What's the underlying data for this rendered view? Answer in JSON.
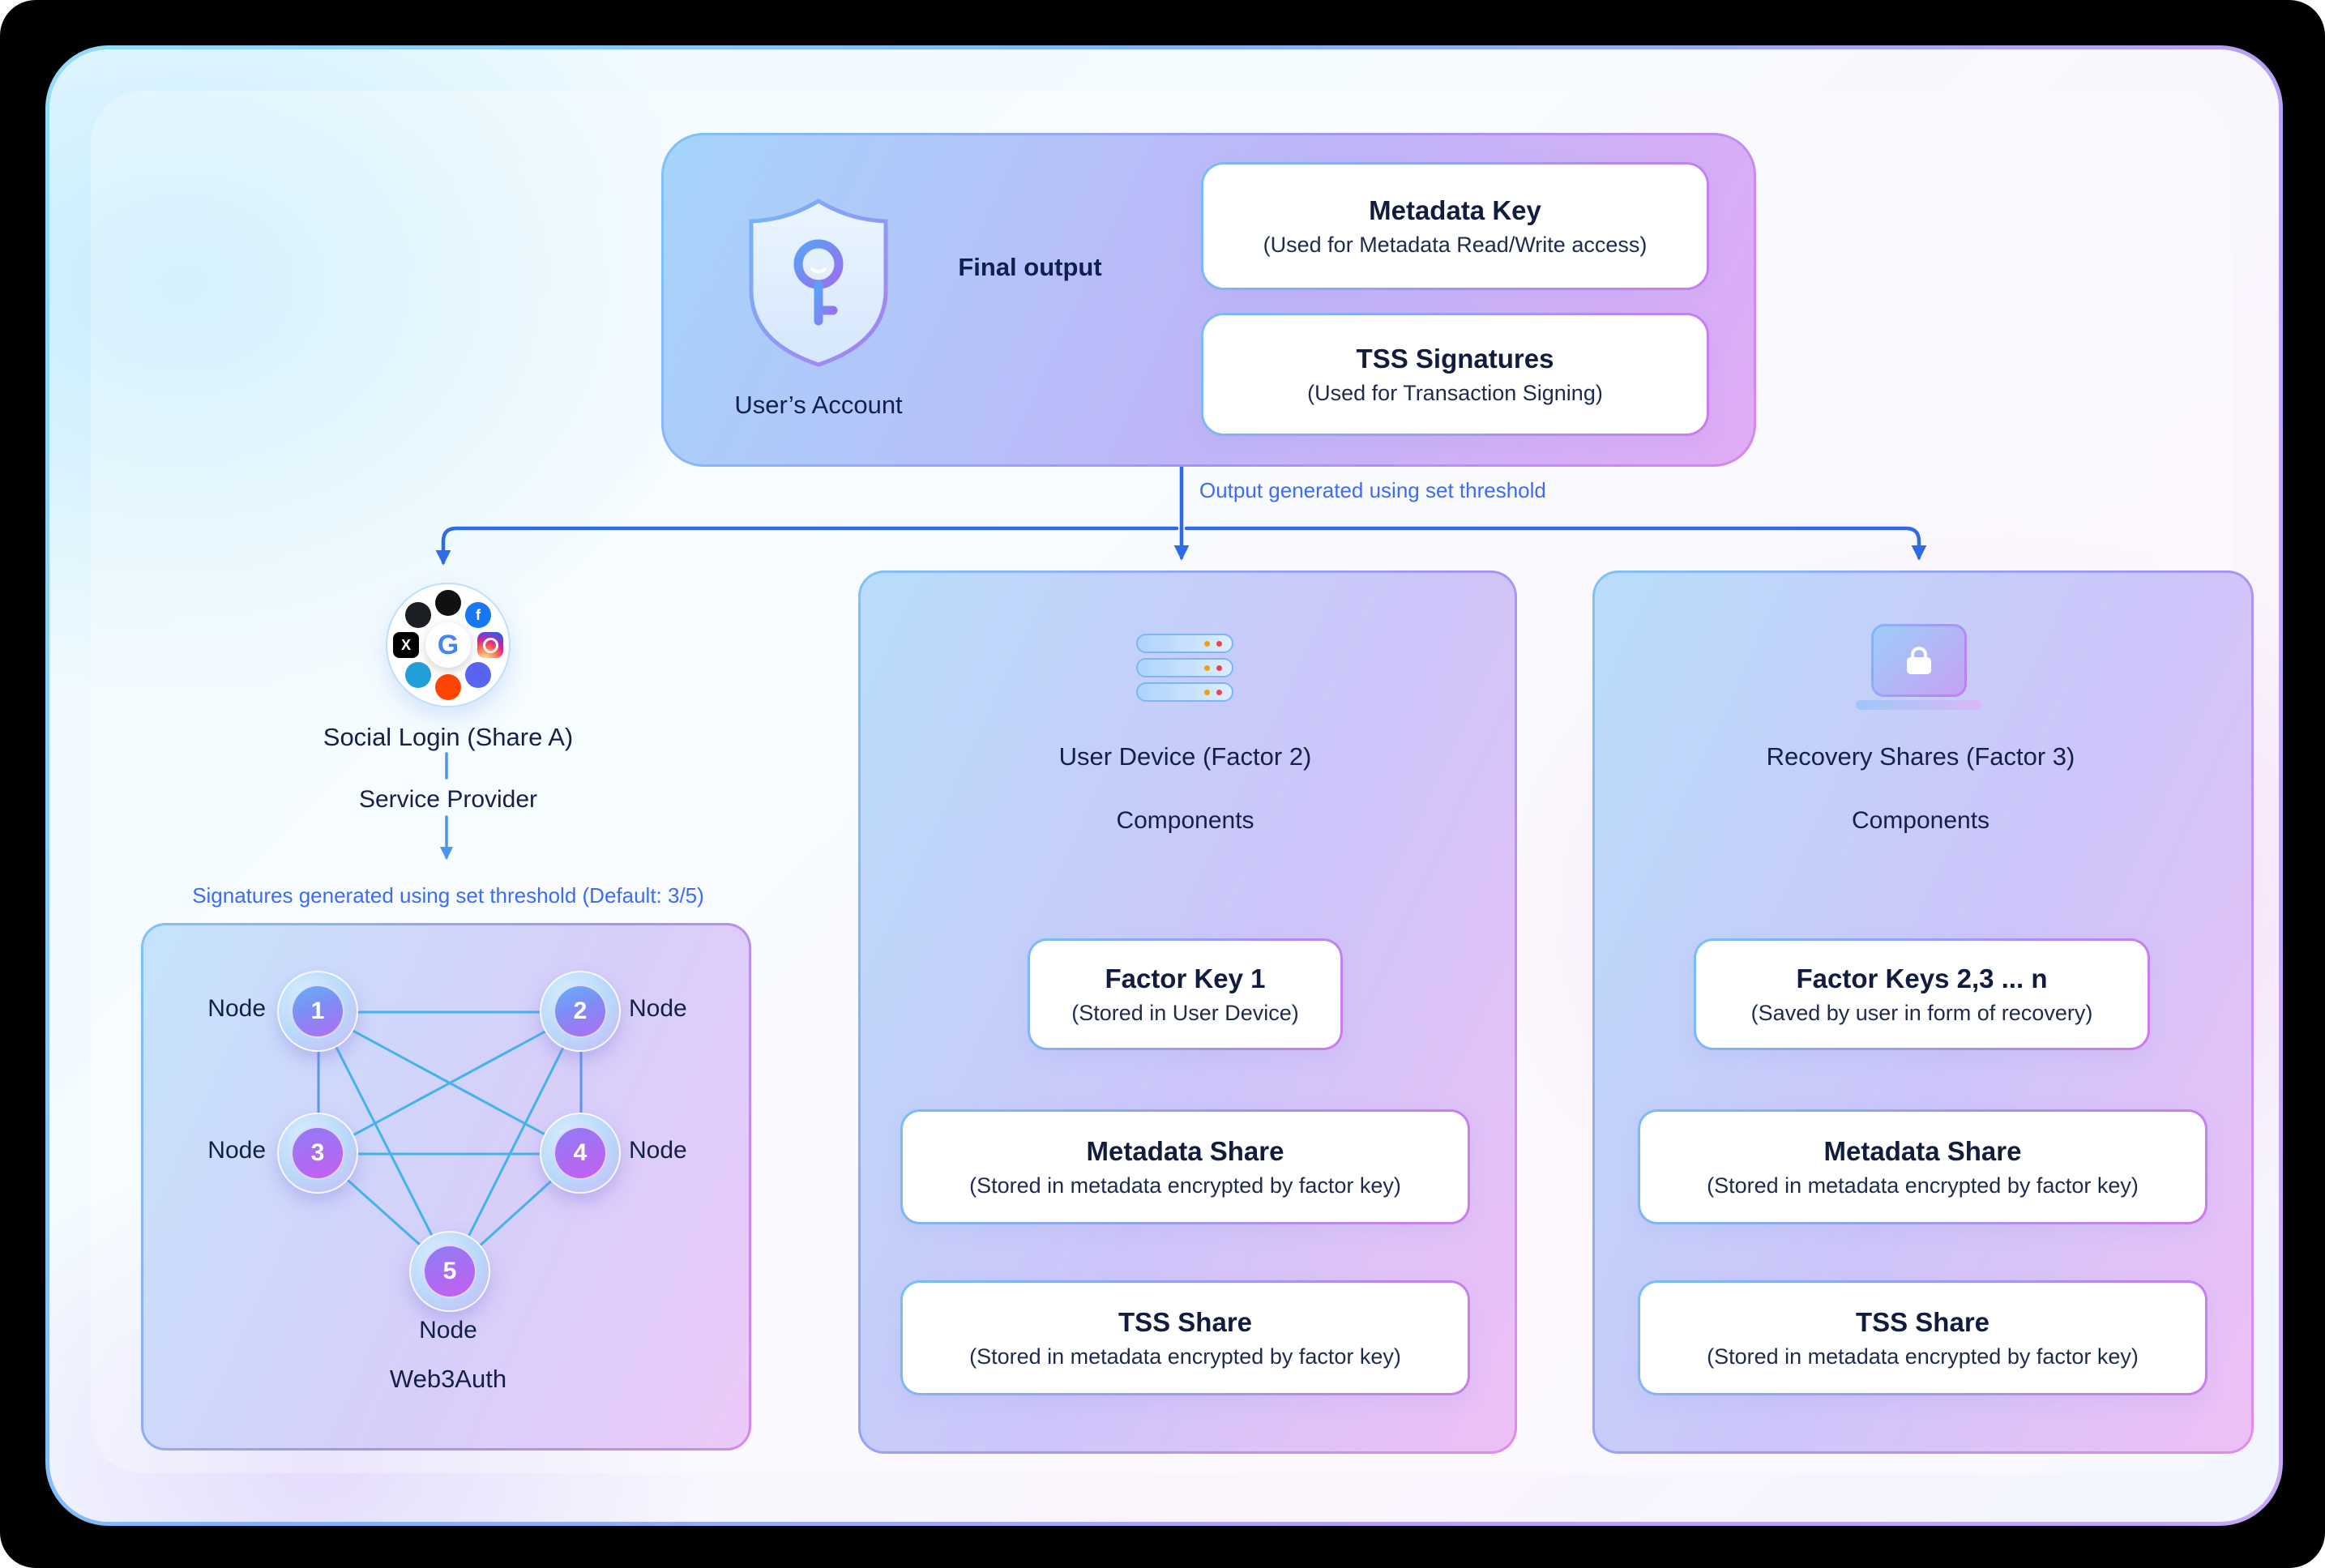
{
  "colors": {
    "accent_blue": "#2e6be6",
    "accent_cyan": "#3cb4ec",
    "label_blue": "#3d6bf5",
    "text_dark": "#131c3d"
  },
  "icons": {
    "account": "shield-key-icon",
    "social": "social-login-icon",
    "social_minis": [
      "github-icon",
      "apple-icon",
      "facebook-icon",
      "instagram-icon",
      "discord-icon",
      "reddit-icon",
      "telegram-icon",
      "x-icon",
      "google-icon"
    ],
    "device": "server-icon",
    "recovery": "laptop-lock-icon"
  },
  "account": {
    "title": "User’s Account",
    "final_output_label": "Final output",
    "outputs": [
      {
        "title": "Metadata Key",
        "subtitle": "(Used for Metadata Read/Write access)"
      },
      {
        "title": "TSS Signatures",
        "subtitle": "(Used for Transaction Signing)"
      }
    ]
  },
  "flow": {
    "threshold_label": "Output generated using set threshold"
  },
  "social": {
    "title": "Social Login (Share A)",
    "provider": "Service Provider",
    "signature_label": "Signatures generated using set threshold (Default: 3/5)",
    "google_letter": "G",
    "x_letter": "X",
    "facebook_letter": "f",
    "network": {
      "node_label": "Node",
      "nodes": [
        "1",
        "2",
        "3",
        "4",
        "5"
      ],
      "caption": "Web3Auth"
    }
  },
  "device": {
    "title": "User Device (Factor 2)",
    "components_label": "Components",
    "cards": [
      {
        "title": "Factor Key 1",
        "subtitle": "(Stored in User Device)"
      },
      {
        "title": "Metadata Share",
        "subtitle": "(Stored in metadata encrypted by factor key)"
      },
      {
        "title": "TSS Share",
        "subtitle": "(Stored in metadata encrypted by factor key)"
      }
    ]
  },
  "recovery": {
    "title": "Recovery Shares (Factor 3)",
    "components_label": "Components",
    "cards": [
      {
        "title": "Factor Keys 2,3 ... n",
        "subtitle": "(Saved by user in form of recovery)"
      },
      {
        "title": "Metadata Share",
        "subtitle": "(Stored in metadata encrypted by factor key)"
      },
      {
        "title": "TSS Share",
        "subtitle": "(Stored in metadata encrypted by factor key)"
      }
    ]
  }
}
